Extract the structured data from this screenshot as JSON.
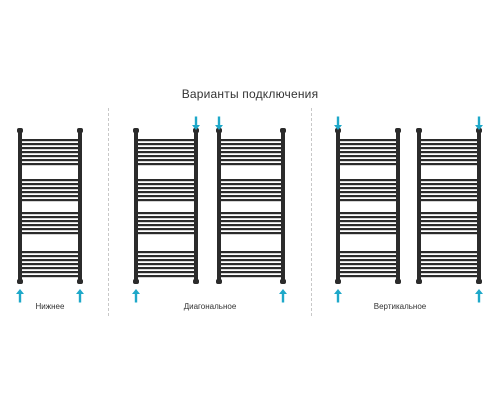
{
  "title": "Варианты подключения",
  "options": [
    {
      "id": "bottom",
      "label": "Нижнее"
    },
    {
      "id": "diagonal",
      "label": "Диагональное"
    },
    {
      "id": "vertical",
      "label": "Вертикальное"
    }
  ],
  "colors": {
    "rail": "#2b2b2b",
    "arrow": "#1ea8c9",
    "divider": "#c8c8c8"
  },
  "icons": {
    "connection_arrow": "arrow-icon"
  }
}
